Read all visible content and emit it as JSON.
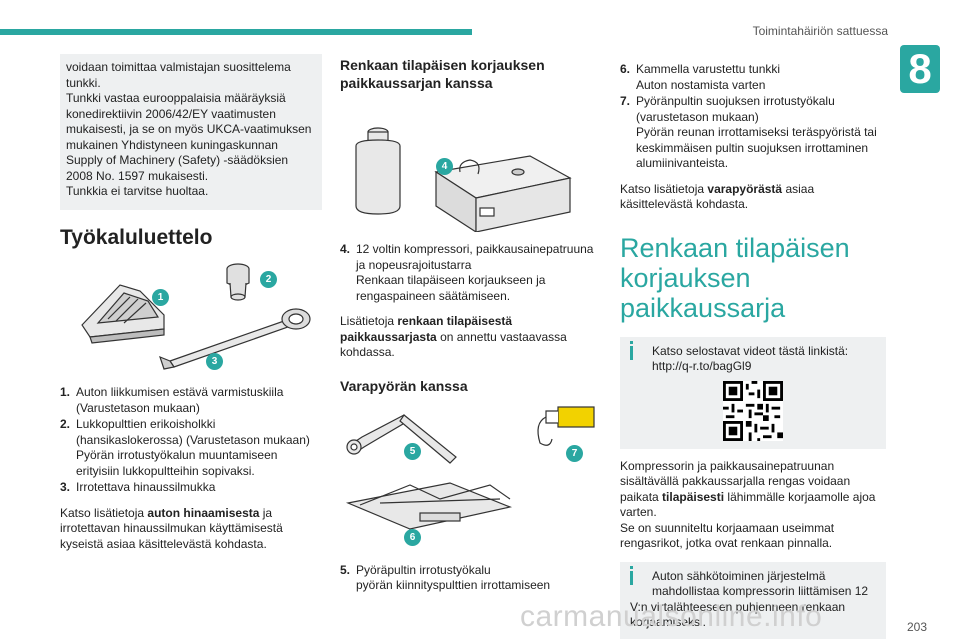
{
  "header": {
    "section_title": "Toimintahäiriön sattuessa",
    "chapter": "8",
    "page_number": "203"
  },
  "watermark": "carmanualsonline.info",
  "col1": {
    "intro_lines": [
      "voidaan toimittaa valmistajan suosittelema",
      "tunkki.",
      "Tunkki vastaa eurooppalaisia määräyksiä",
      "konedirektiivin 2006/42/EY vaatimusten",
      "mukaisesti, ja se on myös UKCA-vaatimuksen",
      "mukainen Yhdistyneen kuningaskunnan",
      "Supply of Machinery (Safety) -säädöksien",
      "2008 No. 1597 mukaisesti.",
      "Tunkkia ei tarvitse huoltaa."
    ],
    "heading": "Työkaluluettelo",
    "badges": [
      "1",
      "2",
      "3"
    ],
    "list": [
      {
        "num": "1.",
        "lines": [
          "Auton liikkumisen estävä varmistuskiila",
          "(Varustetason mukaan)"
        ]
      },
      {
        "num": "2.",
        "lines": [
          "Lukkopulttien erikoisholkki",
          "(hansikaslokerossa) (Varustetason mukaan)",
          "Pyörän irrotustyökalun muuntamiseen",
          "erityisiin lukkopultteihin sopivaksi."
        ]
      },
      {
        "num": "3.",
        "lines": [
          "Irrotettava hinaussilmukka"
        ]
      }
    ],
    "para": {
      "a": "Katso lisätietoja ",
      "b": "auton hinaamisesta",
      "c": " ja",
      "d": "irrotettavan hinaussilmukan käyttämisestä",
      "e": "kyseistä asiaa käsittelevästä kohdasta."
    }
  },
  "col2": {
    "heading1_lines": [
      "Renkaan tilapäisen korjauksen",
      "paikkaussarjan kanssa"
    ],
    "badge4": "4",
    "list1": [
      {
        "num": "4.",
        "lines": [
          "12 voltin kompressori, paikkausainepatruuna",
          "ja nopeusrajoitustarra",
          "Renkaan tilapäiseen korjaukseen ja",
          "rengaspaineen säätämiseen."
        ]
      }
    ],
    "para": {
      "a": "Lisätietoja ",
      "b1": "renkaan tilapäisestä",
      "b2": "paikkaussarjasta",
      "c": " on annettu vastaavassa",
      "d": "kohdassa."
    },
    "heading2": "Varapyörän kanssa",
    "badges2": [
      "5",
      "6",
      "7"
    ],
    "list2": [
      {
        "num": "5.",
        "lines": [
          "Pyöräpultin irrotustyökalu",
          "pyörän kiinnityspulttien irrottamiseen"
        ]
      }
    ]
  },
  "col3": {
    "list": [
      {
        "num": "6.",
        "lines": [
          "Kammella varustettu tunkki",
          "Auton nostamista varten"
        ]
      },
      {
        "num": "7.",
        "lines": [
          "Pyöränpultin suojuksen irrotustyökalu",
          "(varustetason mukaan)",
          "Pyörän reunan irrottamiseksi teräspyöristä tai",
          "keskimmäisen pultin suojuksen irrottaminen",
          "alumiinivanteista."
        ]
      }
    ],
    "para": {
      "a": "Katso lisätietoja ",
      "b": "varapyörästä",
      "c": " asiaa",
      "d": "käsittelevästä kohdasta."
    },
    "big_heading_lines": [
      "Renkaan tilapäisen",
      "korjauksen paikkaussarja"
    ],
    "info1_lines": [
      "Katso selostavat videot tästä linkistä:",
      "http://q-r.to/bagGl9"
    ],
    "body_lines": [
      "Kompressorin ja paikkausainepatruunan",
      "sisältävällä pakkaussarjalla rengas voidaan"
    ],
    "body_line3": {
      "a": "paikata ",
      "b": "tilapäisesti",
      "c": " lähimmälle korjaamolle ajoa"
    },
    "body_lines2": [
      "varten.",
      "Se on suunniteltu korjaamaan useimmat",
      "rengasrikot, jotka ovat renkaan pinnalla."
    ],
    "info2_lines": [
      "Auton sähkötoiminen järjestelmä",
      "mahdollistaa kompressorin liittämisen 12",
      "V:n virtalähteeseen puhjenneen renkaan",
      "korjaamiseksi."
    ]
  }
}
